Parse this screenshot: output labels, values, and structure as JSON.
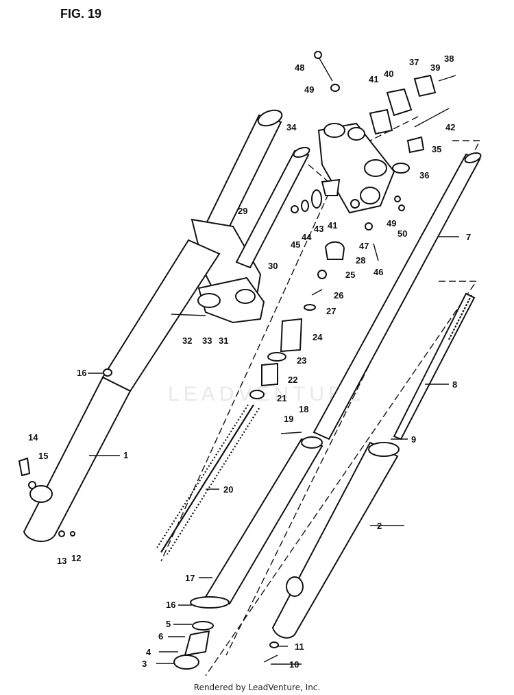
{
  "figure": {
    "title": "FIG. 19"
  },
  "footer": {
    "text": "Rendered by LeadVenture, Inc."
  },
  "watermark": {
    "text": "LEADVENTURE"
  },
  "callouts": [
    {
      "n": "1"
    },
    {
      "n": "2"
    },
    {
      "n": "3"
    },
    {
      "n": "4"
    },
    {
      "n": "5"
    },
    {
      "n": "6"
    },
    {
      "n": "7"
    },
    {
      "n": "8"
    },
    {
      "n": "9"
    },
    {
      "n": "10"
    },
    {
      "n": "11"
    },
    {
      "n": "12"
    },
    {
      "n": "13"
    },
    {
      "n": "14"
    },
    {
      "n": "15"
    },
    {
      "n": "16"
    },
    {
      "n": "16"
    },
    {
      "n": "17"
    },
    {
      "n": "18"
    },
    {
      "n": "19"
    },
    {
      "n": "20"
    },
    {
      "n": "21"
    },
    {
      "n": "22"
    },
    {
      "n": "23"
    },
    {
      "n": "24"
    },
    {
      "n": "25"
    },
    {
      "n": "26"
    },
    {
      "n": "27"
    },
    {
      "n": "28"
    },
    {
      "n": "29"
    },
    {
      "n": "30"
    },
    {
      "n": "31"
    },
    {
      "n": "32"
    },
    {
      "n": "33"
    },
    {
      "n": "34"
    },
    {
      "n": "35"
    },
    {
      "n": "36"
    },
    {
      "n": "37"
    },
    {
      "n": "38"
    },
    {
      "n": "39"
    },
    {
      "n": "40"
    },
    {
      "n": "41"
    },
    {
      "n": "41"
    },
    {
      "n": "42"
    },
    {
      "n": "43"
    },
    {
      "n": "44"
    },
    {
      "n": "45"
    },
    {
      "n": "46"
    },
    {
      "n": "47"
    },
    {
      "n": "48"
    },
    {
      "n": "49"
    },
    {
      "n": "49"
    },
    {
      "n": "50"
    }
  ]
}
